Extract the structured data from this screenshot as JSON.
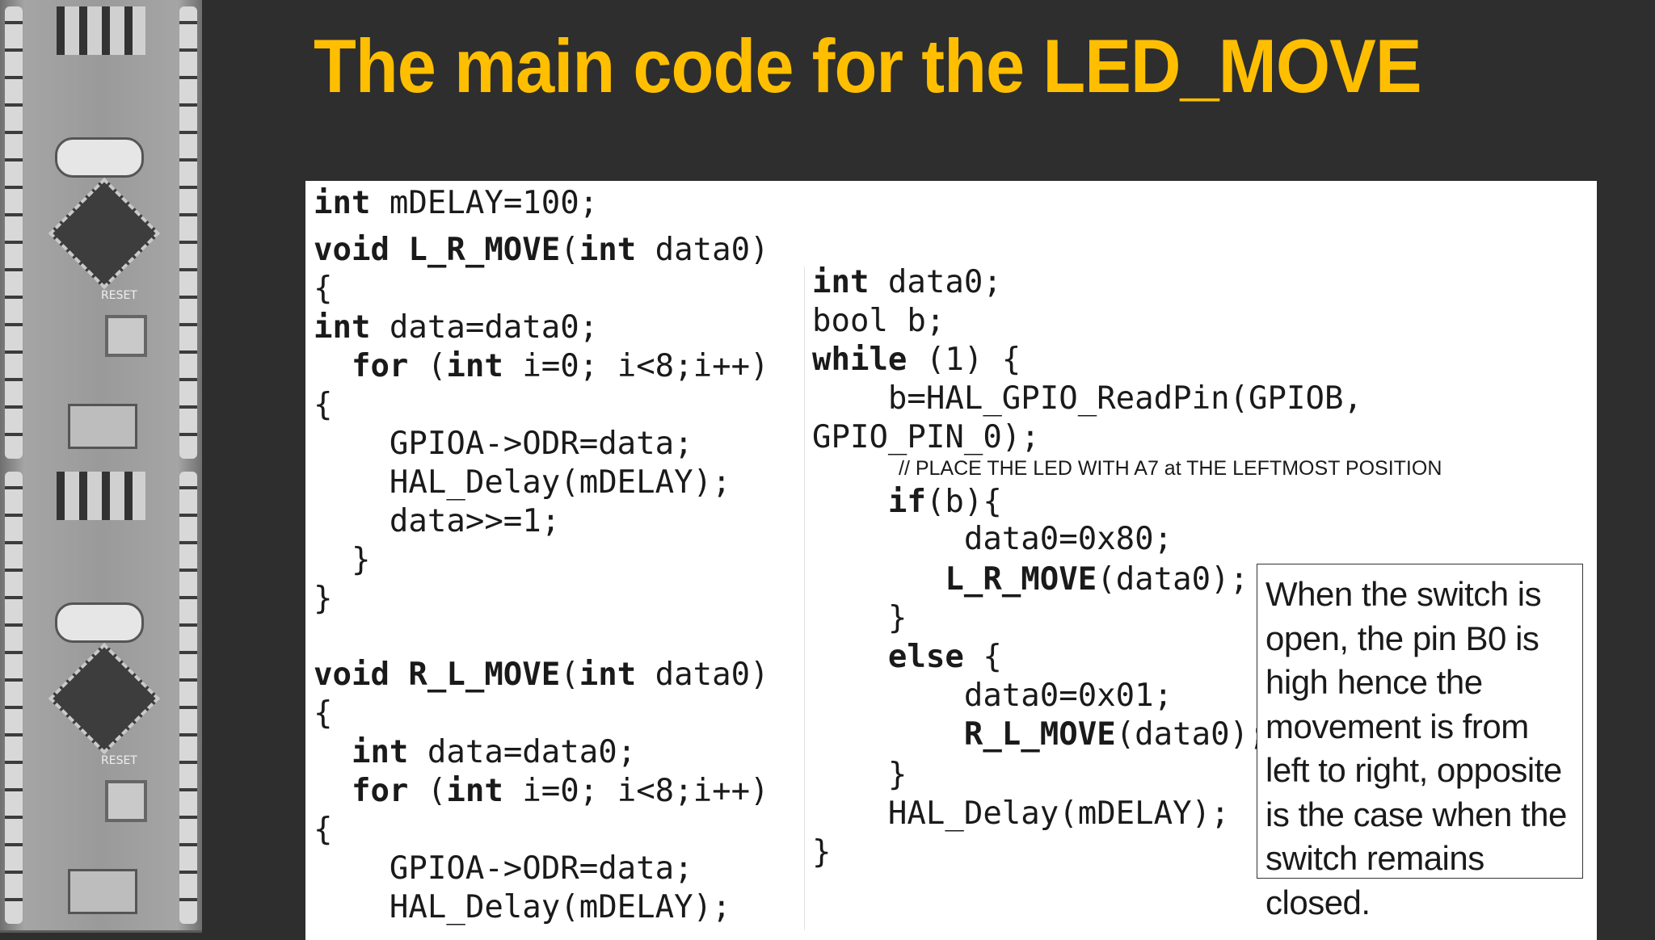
{
  "slide": {
    "title": "The main code for the LED_MOVE",
    "comment": "// PLACE THE LED WITH A7 at THE LEFTMOST POSITION",
    "note": "When the switch is open, the pin B0 is high hence the movement is from left to right, opposite is the case when the switch remains closed."
  },
  "code_left": [
    "int mDELAY=100;",
    "void L_R_MOVE(int data0)",
    "{",
    "int data=data0;",
    "  for (int i=0; i<8;i++)",
    "{",
    "    GPIOA->ODR=data;",
    "    HAL_Delay(mDELAY);",
    "    data>>=1;",
    "  }",
    "}",
    "void R_L_MOVE(int data0)",
    "{",
    "  int data=data0;",
    "  for (int i=0; i<8;i++)",
    "{",
    "    GPIOA->ODR=data;",
    "    HAL_Delay(mDELAY);"
  ],
  "code_right": [
    "int data0;",
    "bool b;",
    "while (1) {",
    "    b=HAL_GPIO_ReadPin(GPIOB,",
    "GPIO_PIN_0);",
    "    if(b){",
    "        data0=0x80;",
    "       L_R_MOVE(data0);",
    "    }",
    "    else {",
    "        data0=0x01;",
    "        R_L_MOVE(data0);",
    "    }",
    "    HAL_Delay(mDELAY);",
    "}"
  ],
  "board": {
    "reset_label": "RESET"
  },
  "colors": {
    "title": "#ffbf00",
    "background": "#2e2e2e",
    "panel": "#ffffff"
  }
}
